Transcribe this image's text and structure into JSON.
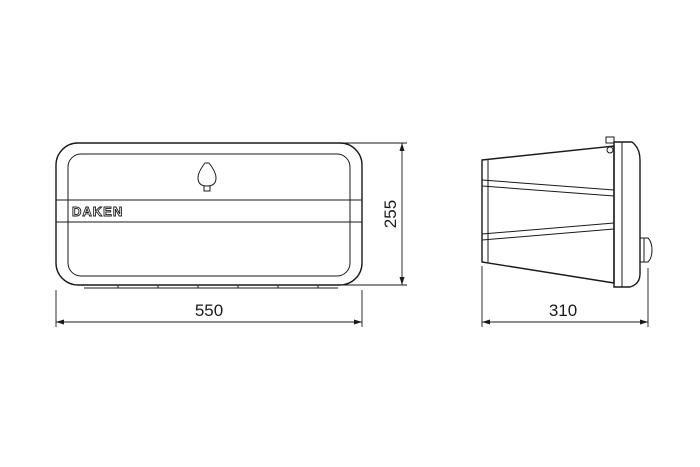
{
  "front_view": {
    "brand_label": "DAKEN",
    "width_dimension": "550",
    "height_dimension": "255"
  },
  "side_view": {
    "depth_dimension": "310"
  }
}
